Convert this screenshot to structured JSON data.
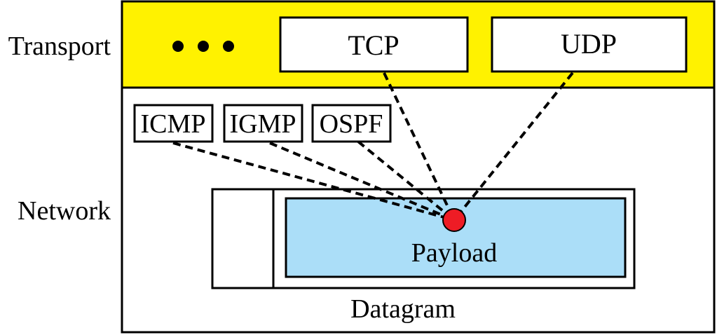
{
  "layers": {
    "transport": "Transport",
    "network": "Network"
  },
  "transport_protocols": {
    "ellipsis": "• • •",
    "tcp": "TCP",
    "udp": "UDP"
  },
  "network_protocols": {
    "icmp": "ICMP",
    "igmp": "IGMP",
    "ospf": "OSPF"
  },
  "datagram": {
    "payload_label": "Payload",
    "caption": "Datagram"
  },
  "colors": {
    "transport_band": "#FFF200",
    "payload_fill": "#ABDEF8",
    "encapsulation_point": "#EE1C25",
    "outline": "#000000"
  }
}
